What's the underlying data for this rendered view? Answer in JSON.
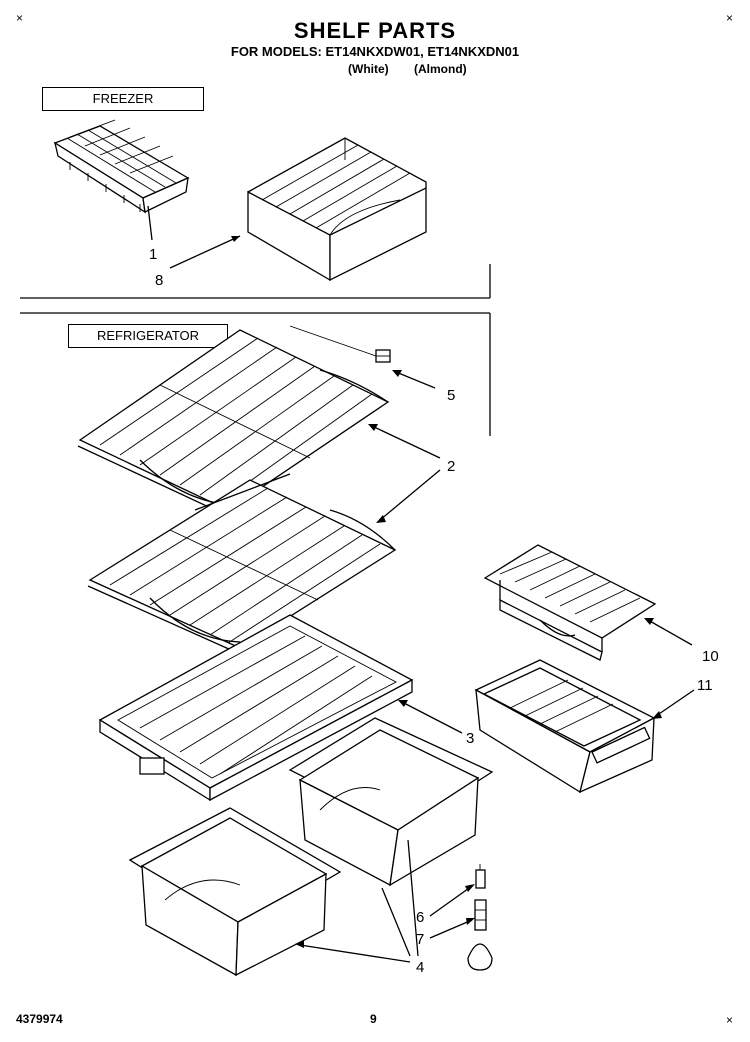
{
  "header": {
    "title": "SHELF PARTS",
    "models_line": "FOR MODELS: ET14NKXDW01, ET14NKXDN01",
    "color_white": "(White)",
    "color_almond": "(Almond)"
  },
  "sections": {
    "freezer": "FREEZER",
    "refrigerator": "REFRIGERATOR"
  },
  "callouts": [
    "1",
    "8",
    "5",
    "2",
    "3",
    "10",
    "11",
    "6",
    "7",
    "4"
  ],
  "footer": {
    "doc_number": "4379974",
    "page_number": "9"
  }
}
